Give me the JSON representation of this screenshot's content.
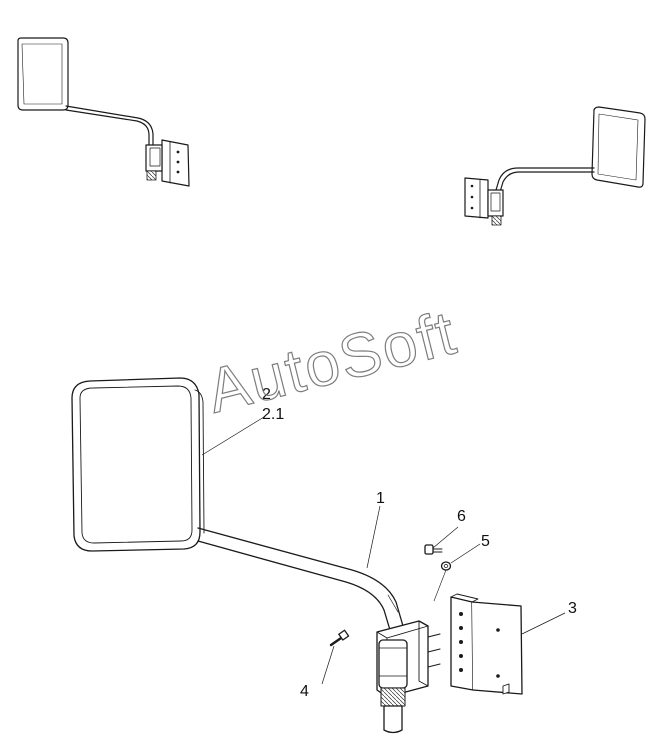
{
  "watermark": "AutoSoft",
  "callouts": {
    "c1": "1",
    "c2": "2",
    "c2_1": "2.1",
    "c3": "3",
    "c4": "4",
    "c5": "5",
    "c6": "6"
  },
  "colors": {
    "line": "#1a1a1a",
    "fill": "#ffffff",
    "watermark": "#7d7d7d",
    "background": "#ffffff"
  }
}
